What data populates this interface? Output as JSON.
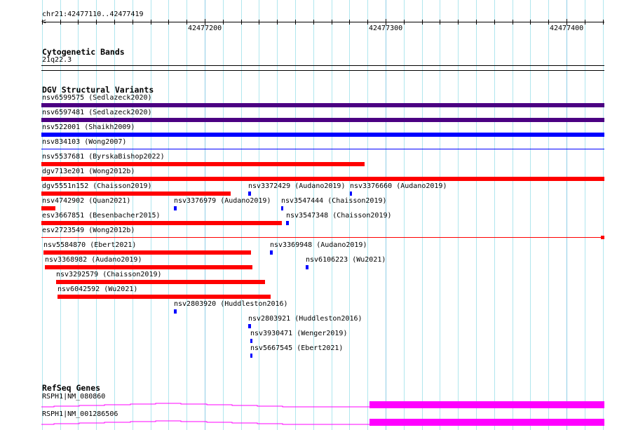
{
  "ruler": {
    "location": "chr21:42477110..42477419",
    "ticks": [
      "42477200",
      "42477300",
      "42477400"
    ]
  },
  "tracks": {
    "cytoband": {
      "title": "Cytogenetic Bands",
      "band": "21q22.3"
    },
    "dgv": {
      "title": "DGV Structural Variants",
      "features": [
        "nsv6599575 (Sedlazeck2020)",
        "nsv6597481 (Sedlazeck2020)",
        "nsv522001 (Shaikh2009)",
        "nsv834103 (Wong2007)",
        "nsv5537681 (ByrskaBishop2022)",
        "dgv713e201 (Wong2012b)",
        "dgv5551n152 (Chaisson2019)",
        "nsv3372429 (Audano2019)",
        "nsv3376660 (Audano2019)",
        "nsv4742902 (Quan2021)",
        "nsv3376979 (Audano2019)",
        "nsv3547444 (Chaisson2019)",
        "esv3667851 (Besenbacher2015)",
        "nsv3547348 (Chaisson2019)",
        "esv2723549 (Wong2012b)",
        "nsv5584870 (Ebert2021)",
        "nsv3369948 (Audano2019)",
        "nsv3368982 (Audano2019)",
        "nsv6106223 (Wu2021)",
        "nsv3292579 (Chaisson2019)",
        "nsv6042592 (Wu2021)",
        "nsv2803920 (Huddleston2016)",
        "nsv2803921 (Huddleston2016)",
        "nsv3930471 (Wenger2019)",
        "nsv5667545 (Ebert2021)"
      ]
    },
    "refseq": {
      "title": "RefSeq Genes",
      "transcripts": [
        "RSPH1|NM_080860",
        "RSPH1|NM_001286506"
      ]
    }
  },
  "colors": {
    "gain": "#0000ff",
    "loss": "#ff0000",
    "complex": "#4b0082",
    "gene": "#ff00ff",
    "grid": "#b0e6ee"
  }
}
